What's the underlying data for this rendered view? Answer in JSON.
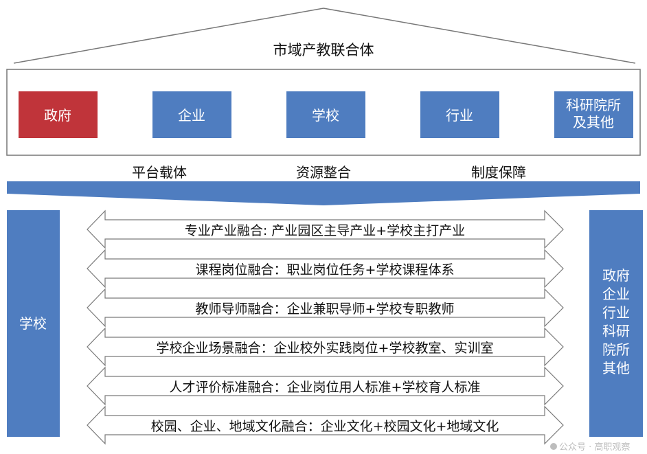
{
  "title": "市域产教联合体",
  "members": [
    {
      "label": [
        "政府"
      ],
      "color": "#c0343a"
    },
    {
      "label": [
        "企业"
      ],
      "color": "#4f7dc0"
    },
    {
      "label": [
        "学校"
      ],
      "color": "#4f7dc0"
    },
    {
      "label": [
        "行业"
      ],
      "color": "#4f7dc0"
    },
    {
      "label": [
        "科研院所",
        "及其他"
      ],
      "color": "#4f7dc0"
    }
  ],
  "supports": [
    "平台载体",
    "资源整合",
    "制度保障"
  ],
  "left_side": {
    "label": "学校"
  },
  "right_side": {
    "lines": [
      "政府",
      "企业",
      "行业",
      "科研",
      "院所",
      "其他"
    ]
  },
  "integrations": [
    "专业产业融合: 产业园区主导产业+学校主打产业",
    "课程岗位融合：职业岗位任务+学校课程体系",
    "教师导师融合：企业兼职导师+学校专职教师",
    "学校企业场景融合：企业校外实践岗位+学校教室、实训室",
    "人才评价标准融合：企业岗位用人标准+学校育人标准",
    "校园、企业、地域文化融合：企业文化+校园文化+地域文化"
  ],
  "watermark": "公众号 · 高职观察",
  "colors": {
    "blue": "#4f7dc0",
    "red": "#c0343a",
    "line": "#7a7a7a"
  }
}
